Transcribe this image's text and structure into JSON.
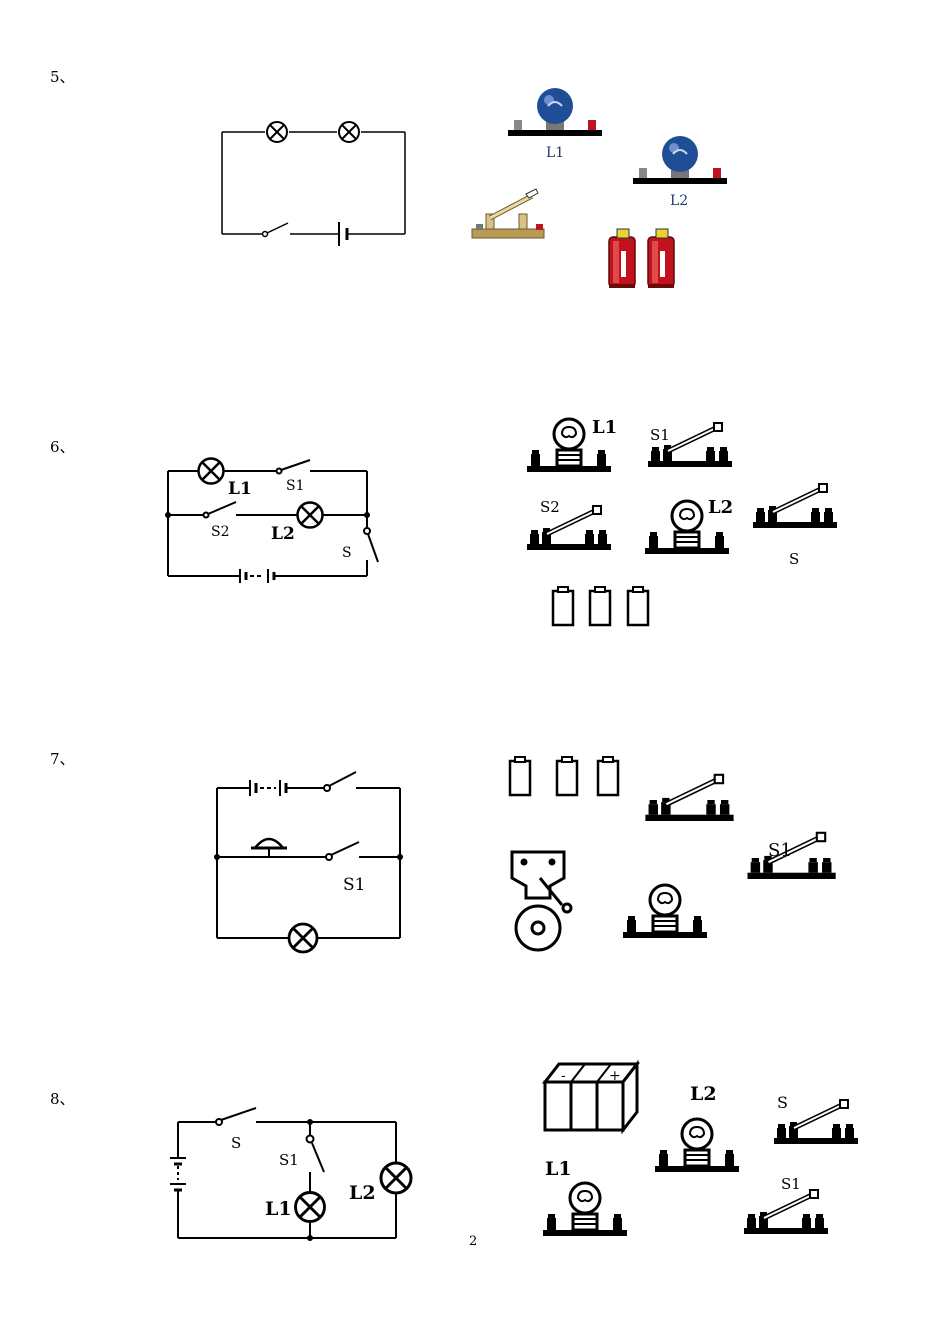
{
  "questions": [
    {
      "number": "5、",
      "labels": {
        "l1": "L1",
        "l2": "L2"
      }
    },
    {
      "number": "6、",
      "labels": {
        "l1": "L1",
        "l2": "L2",
        "s1": "S1",
        "s2": "S2",
        "s": "S"
      }
    },
    {
      "number": "7、",
      "labels": {
        "s1": "S1"
      }
    },
    {
      "number": "8、",
      "labels": {
        "s": "S",
        "s1": "S1",
        "l1": "L1",
        "l2": "L2"
      }
    }
  ],
  "page_number": "2",
  "colors": {
    "ink": "#000000",
    "bulb_blue": "#1f4e96",
    "battery_red": "#c1121f",
    "base_tan": "#b99a55",
    "label_blue": "#1a3a6e"
  }
}
